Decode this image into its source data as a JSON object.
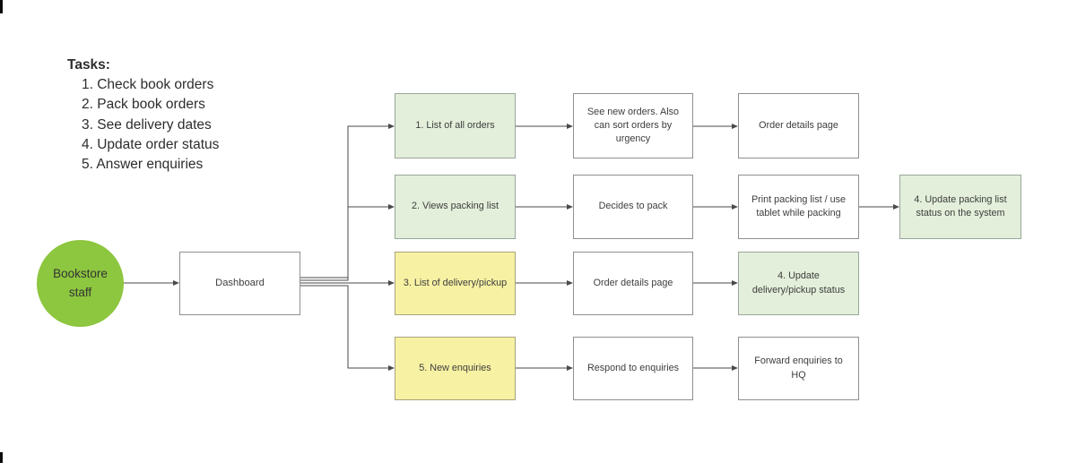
{
  "tasks": {
    "heading": "Tasks:",
    "items": [
      "1. Check book orders",
      "2. Pack book orders",
      "3. See delivery dates",
      "4. Update order status",
      "5. Answer enquiries"
    ]
  },
  "diagram": {
    "actor": {
      "label": "Bookstore staff"
    },
    "dashboard": {
      "label": "Dashboard"
    },
    "rows": [
      {
        "nodes": [
          {
            "label": "1. List of all orders",
            "color": "green"
          },
          {
            "label": "See new orders. Also can sort orders by urgency",
            "color": "white"
          },
          {
            "label": "Order details page",
            "color": "white"
          }
        ]
      },
      {
        "nodes": [
          {
            "label": "2. Views packing list",
            "color": "green"
          },
          {
            "label": "Decides to pack",
            "color": "white"
          },
          {
            "label": "Print packing list / use tablet while packing",
            "color": "white"
          },
          {
            "label": "4. Update packing list status on the system",
            "color": "green"
          }
        ]
      },
      {
        "nodes": [
          {
            "label": "3. List of delivery/pickup",
            "color": "yellow"
          },
          {
            "label": "Order details page",
            "color": "white"
          },
          {
            "label": "4. Update delivery/pickup status",
            "color": "green"
          }
        ]
      },
      {
        "nodes": [
          {
            "label": "5. New enquiries",
            "color": "yellow"
          },
          {
            "label": "Respond to enquiries",
            "color": "white"
          },
          {
            "label": "Forward enquiries to HQ",
            "color": "white"
          }
        ]
      }
    ],
    "colors": {
      "actor_fill": "#8dc63f",
      "green_node_fill": "#e3efda",
      "yellow_node_fill": "#f7f1a3",
      "white_node_fill": "#ffffff",
      "node_border": "#8f8f8f",
      "connector": "#4a4a4a",
      "text": "#3d3d3d"
    }
  }
}
